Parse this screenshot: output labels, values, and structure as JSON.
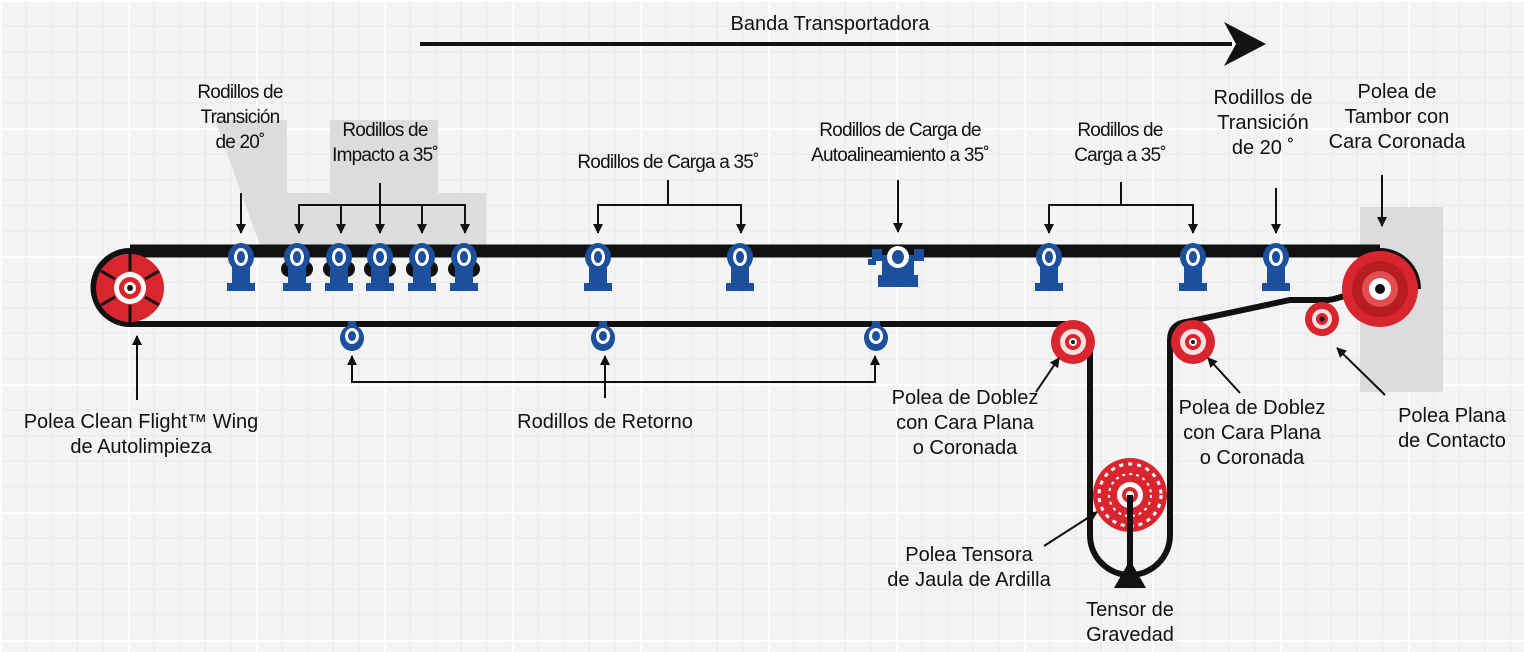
{
  "title": "Banda Transportadora",
  "labels": {
    "transition_left": [
      "Rodillos de",
      "Transición",
      "de 20˚"
    ],
    "impact": [
      "Rodillos de",
      "Impacto a 35˚"
    ],
    "carry_mid": [
      "Rodillos de Carga a 35˚"
    ],
    "self_align": [
      "Rodillos de Carga de",
      "Autoalineamiento a 35˚"
    ],
    "carry_right": [
      "Rodillos de",
      "Carga a 35˚"
    ],
    "transition_right": [
      "Rodillos de",
      "Transición",
      "de 20 ˚"
    ],
    "head_pulley": [
      "Polea de",
      "Tambor con",
      "Cara Coronada"
    ],
    "wing_pulley": [
      "Polea Clean Flight™ Wing",
      "de Autolimpieza"
    ],
    "return_rollers": [
      "Rodillos de Retorno"
    ],
    "bend_left": [
      "Polea de Doblez",
      "con Cara Plana",
      "o Coronada"
    ],
    "bend_right": [
      "Polea de Doblez",
      "con Cara Plana",
      "o Coronada"
    ],
    "snub_pulley": [
      "Polea Plana",
      "de Contacto"
    ],
    "take_up_pulley": [
      "Polea Tensora",
      "de Jaula de Ardilla"
    ],
    "gravity_take_up": [
      "Tensor de",
      "Gravedad"
    ]
  },
  "colors": {
    "belt": "#111111",
    "roller_blue": "#1c4f9c",
    "pulley_red": "#d9262e",
    "panel_gray": "#dcdcdc"
  }
}
